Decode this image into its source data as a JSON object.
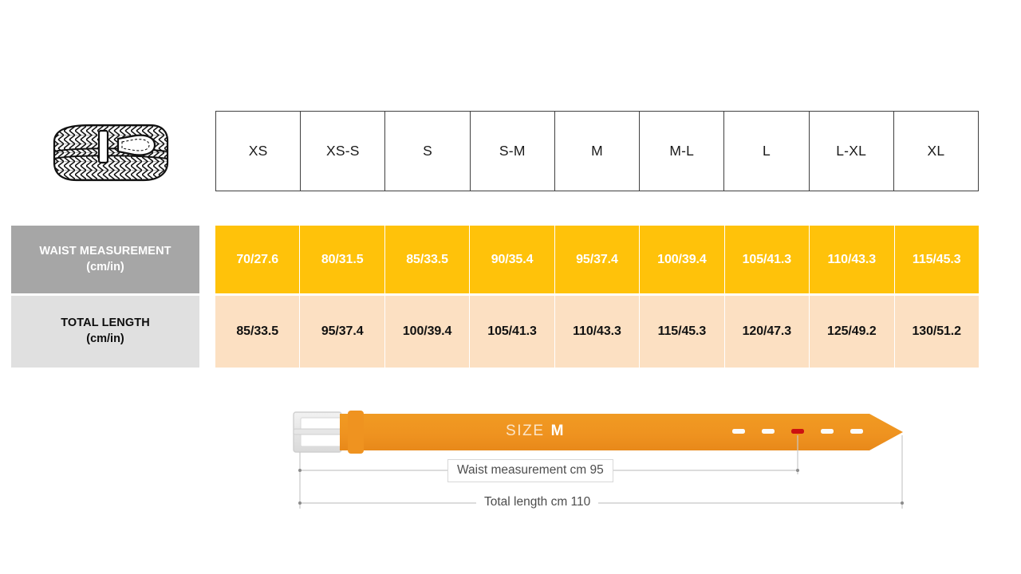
{
  "product": {
    "icon": "braided-belt-illustration"
  },
  "table": {
    "size_headers": [
      "XS",
      "XS-S",
      "S",
      "S-M",
      "M",
      "M-L",
      "L",
      "L-XL",
      "XL"
    ],
    "rows": [
      {
        "label_main": "WAIST MEASUREMENT",
        "label_unit": "(cm/in)",
        "values": [
          "70/27.6",
          "80/31.5",
          "85/33.5",
          "90/35.4",
          "95/37.4",
          "100/39.4",
          "105/41.3",
          "110/43.3",
          "115/45.3"
        ]
      },
      {
        "label_main": "TOTAL LENGTH",
        "label_unit": "(cm/in)",
        "values": [
          "85/33.5",
          "95/37.4",
          "100/39.4",
          "105/41.3",
          "110/43.3",
          "115/45.3",
          "120/47.3",
          "125/49.2",
          "130/51.2"
        ]
      }
    ]
  },
  "diagram": {
    "size_prefix": "SIZE",
    "size_value": "M",
    "waist_dimension_label": "Waist measurement cm 95",
    "total_length_dimension_label": "Total length cm 110",
    "holes_total": 5,
    "highlighted_hole_index": 2
  },
  "colors": {
    "waist_row_fill": "#ffc20a",
    "waist_label_fill": "#a6a6a6",
    "length_row_fill": "#fce0c2",
    "length_label_fill": "#e0e0e0",
    "belt_strap": "#ef9320",
    "belt_highlight_hole": "#cc1111",
    "table_border": "#404040"
  }
}
